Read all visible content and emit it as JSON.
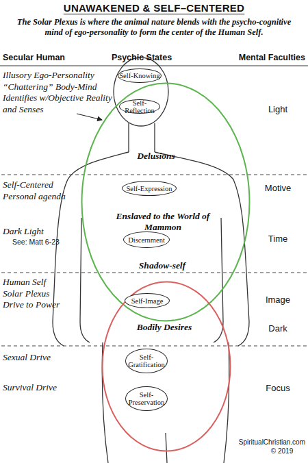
{
  "diagram": {
    "title": "UNAWAKENED & SELF–CENTERED",
    "caption": "The Solar Plexus is where the animal nature blends with the psycho-cognitive mind of ego-personality to form the center of the Human Self.",
    "nodes": [
      {
        "text": [
          "Self-Knowing"
        ]
      },
      {
        "text": [
          "Delusions",
          "Enslaved to the World of Mammon",
          "Shadow-self"
        ]
      },
      {
        "text": [
          "Self-Reflection"
        ],
        "in": 1
      },
      {
        "text": [
          "Self-Expression"
        ],
        "in": 1
      },
      {
        "text": [
          "Discernment"
        ],
        "in": 1
      },
      {
        "text": [
          "Bodily Desires"
        ]
      },
      {
        "text": [
          "Self-Image"
        ],
        "in": 5
      },
      {
        "text": [
          "Self-Gratification"
        ],
        "in": 5
      },
      {
        "text": [
          "Self-Preservation"
        ],
        "in": 5
      }
    ],
    "labels": [
      "Secular Human",
      "Psychic States",
      "Mental Faculties",
      "Illusory Ego-Personality “Chattering” Body-Mind Identifies w/Objective Reality and Senses",
      "Self-Centered Personal agenda",
      "Dark Light",
      "See: Matt 6-23",
      "Human Self Solar Plexus Drive to Power",
      "Sexual Drive",
      "Survival Drive",
      "Light",
      "Motive",
      "Time",
      "Image",
      "Dark",
      "Focus",
      "SpiritualChristian.com",
      "© 2019"
    ]
  }
}
